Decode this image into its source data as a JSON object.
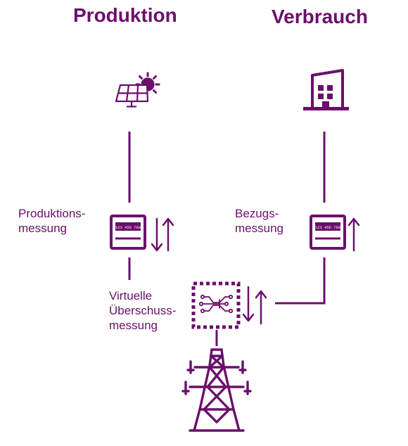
{
  "headings": {
    "production": "Produktion",
    "consumption": "Verbrauch"
  },
  "labels": {
    "production_meter": [
      "Produktions-",
      "messung"
    ],
    "consumption_meter": [
      "Bezugs-",
      "messung"
    ],
    "virtual_meter": [
      "Virtuelle",
      "Überschuss-",
      "messung"
    ]
  },
  "meter_display_text": "123 456 789",
  "icons": {
    "production": "solar-panel-icon",
    "consumption": "building-icon",
    "virtual_meter": "circuit-chip-icon",
    "grid": "power-pylon-icon"
  },
  "colors": {
    "primary": "#6b0f6b",
    "background": "#ffffff"
  }
}
